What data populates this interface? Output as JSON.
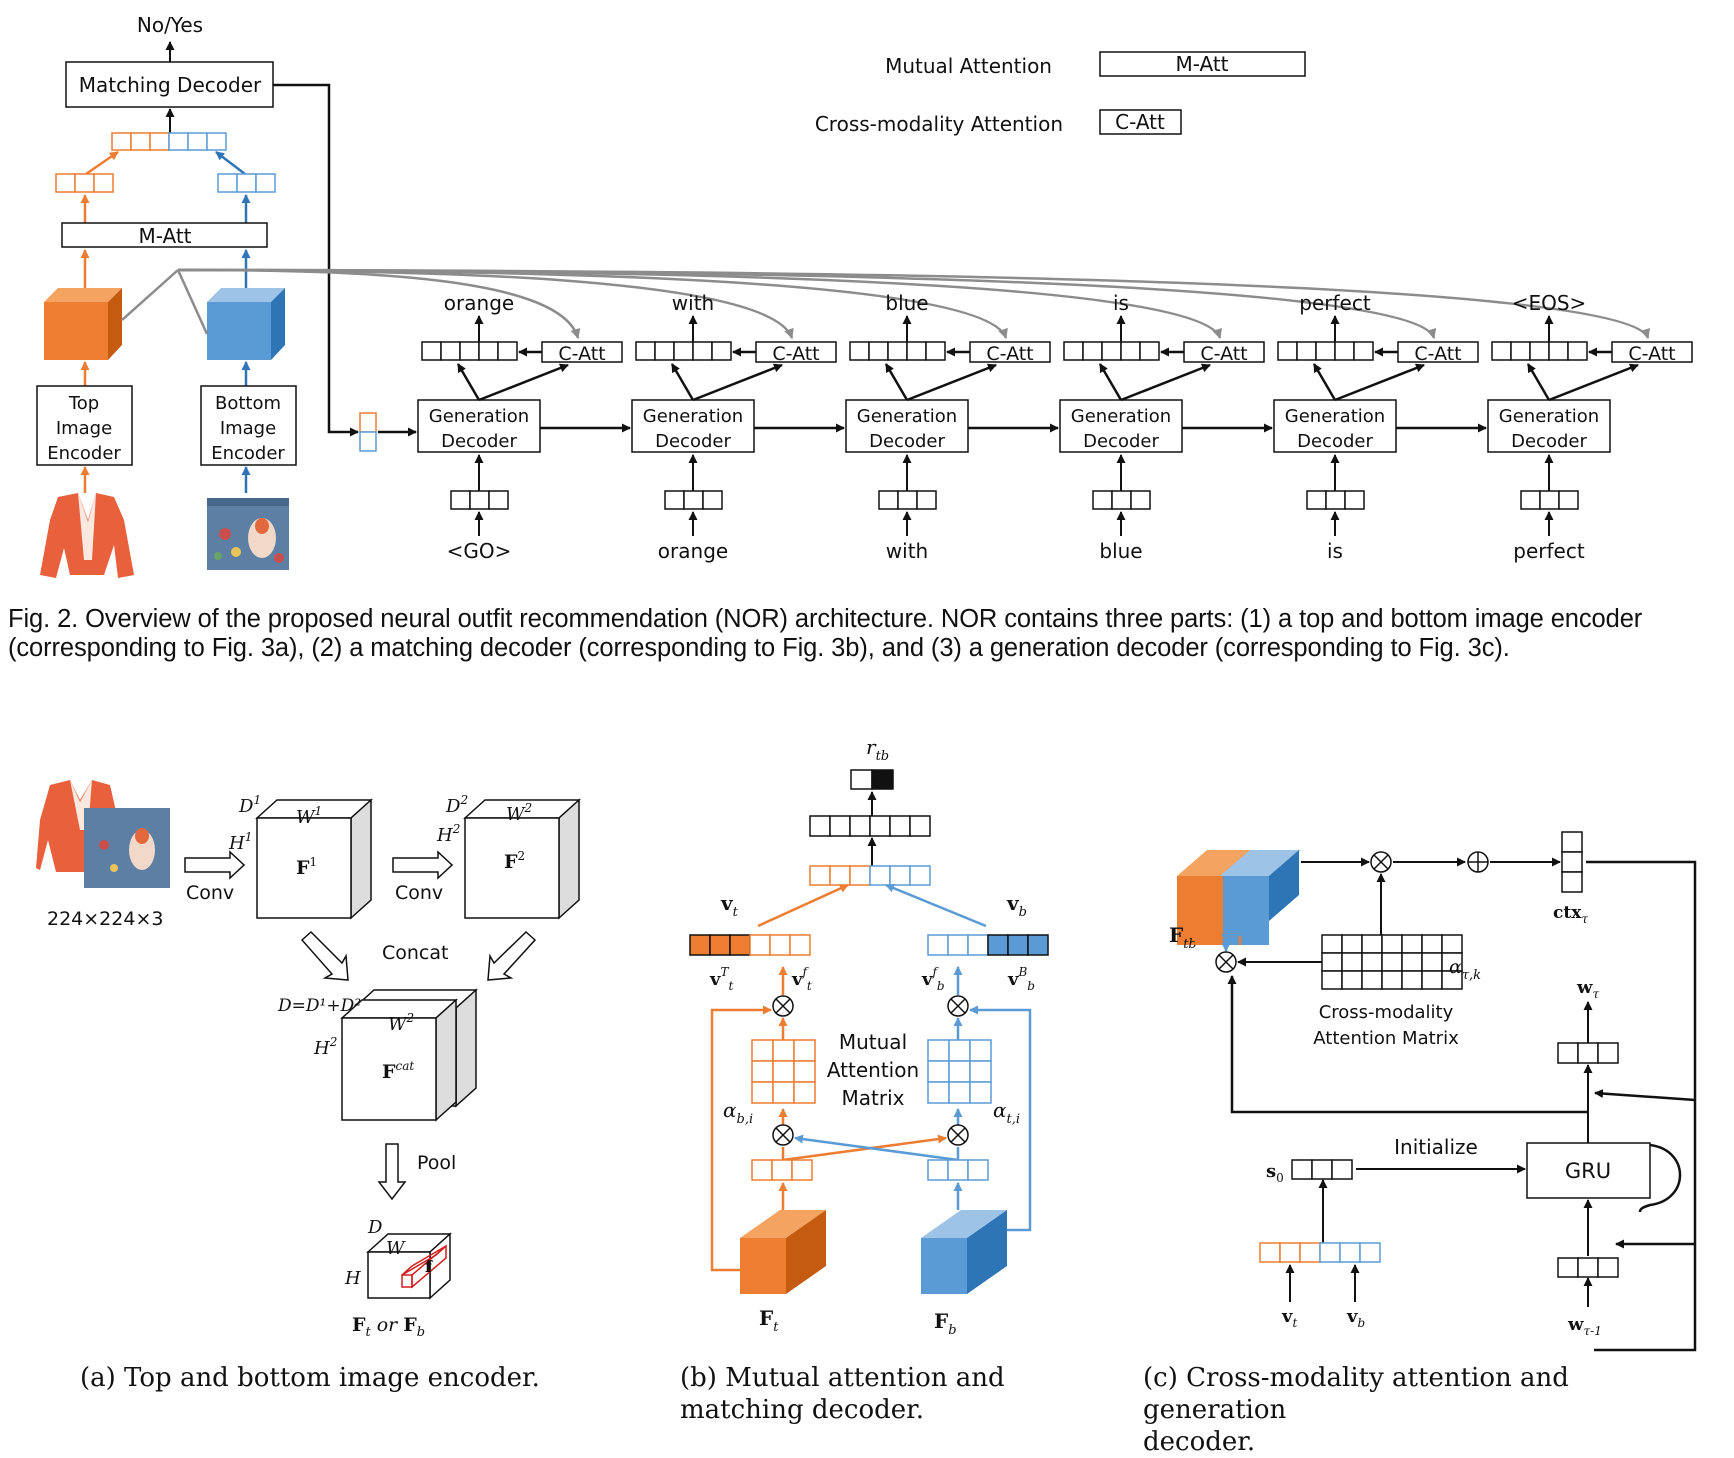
{
  "fig2": {
    "output_label": "No/Yes",
    "matching_decoder": "Matching Decoder",
    "m_att": "M-Att",
    "top_encoder": [
      "Top",
      "Image",
      "Encoder"
    ],
    "bottom_encoder": [
      "Bottom",
      "Image",
      "Encoder"
    ],
    "generation_decoder": [
      "Generation",
      "Decoder"
    ],
    "c_att": "C-Att",
    "outputs": [
      "orange",
      "with",
      "blue",
      "is",
      "perfect",
      "<EOS>"
    ],
    "inputs": [
      "<GO>",
      "orange",
      "with",
      "blue",
      "is",
      "perfect"
    ],
    "legend": [
      {
        "label": "Mutual Attention",
        "box": "M-Att"
      },
      {
        "label": "Cross-modality Attention",
        "box": "C-Att"
      }
    ],
    "caption_lines": [
      "Fig. 2. Overview of the proposed neural outfit recommendation (NOR) architecture. NOR contains three parts: (1) a top and bottom image encoder",
      "(corresponding to Fig. 3a), (2) a matching decoder (corresponding to Fig. 3b), and (3) a generation decoder (corresponding to Fig. 3c)."
    ]
  },
  "fig3a": {
    "input_size": "224×224×3",
    "conv": "Conv",
    "concat": "Concat",
    "pool": "Pool",
    "f1": {
      "name": "F",
      "sup": "1"
    },
    "f2": {
      "name": "F",
      "sup": "2"
    },
    "fcat": {
      "name": "F",
      "sup": "cat"
    },
    "d1": {
      "name": "D",
      "sup": "1"
    },
    "w1": {
      "name": "W",
      "sup": "1"
    },
    "h1": {
      "name": "H",
      "sup": "1"
    },
    "d2": {
      "name": "D",
      "sup": "2"
    },
    "w2": {
      "name": "W",
      "sup": "2"
    },
    "h2": {
      "name": "H",
      "sup": "2"
    },
    "dcat": "D=D¹+D²",
    "wcat": {
      "name": "W",
      "sup": "2"
    },
    "hcat": {
      "name": "H",
      "sup": "2"
    },
    "small_d": "D",
    "small_w": "W",
    "small_h": "H",
    "small_f": "f",
    "bottom_label": {
      "a": "F",
      "a_sub": "t",
      "or": "or",
      "b": "F",
      "b_sub": "b"
    },
    "subcaption": "(a) Top and bottom image encoder."
  },
  "fig3b": {
    "r_tb": {
      "name": "r",
      "sub": "tb"
    },
    "v_t": {
      "name": "v",
      "sub": "t"
    },
    "v_b": {
      "name": "v",
      "sub": "b"
    },
    "vTt": {
      "name": "v",
      "sup": "T",
      "sub": "t"
    },
    "vft": {
      "name": "v",
      "sup": "f",
      "sub": "t"
    },
    "vfb": {
      "name": "v",
      "sup": "f",
      "sub": "b"
    },
    "vBb": {
      "name": "v",
      "sup": "B",
      "sub": "b"
    },
    "mutual_matrix": [
      "Mutual",
      "Attention",
      "Matrix"
    ],
    "alpha_bi": {
      "name": "α",
      "sub": "b,i"
    },
    "alpha_ti": {
      "name": "α",
      "sub": "t,i"
    },
    "F_t": {
      "name": "F",
      "sub": "t"
    },
    "F_b": {
      "name": "F",
      "sub": "b"
    },
    "subcaption_lines": [
      "(b) Mutual attention and",
      "matching decoder."
    ]
  },
  "fig3c": {
    "F_tb": {
      "name": "F",
      "sub": "tb"
    },
    "alpha": {
      "name": "α",
      "sub": "τ,k"
    },
    "ctx": {
      "name": "ctx",
      "sub": "τ"
    },
    "matrix_label": [
      "Cross-modality",
      "Attention Matrix"
    ],
    "w_tau": {
      "name": "w",
      "sub": "τ"
    },
    "initialize": "Initialize",
    "gru": "GRU",
    "s0": {
      "name": "s",
      "sub": "0"
    },
    "v_t": {
      "name": "v",
      "sub": "t"
    },
    "v_b": {
      "name": "v",
      "sub": "b"
    },
    "w_prev": {
      "name": "w",
      "sub": "τ-1"
    },
    "subcaption_lines": [
      "(c) Cross-modality attention and generation",
      "decoder."
    ]
  },
  "colors": {
    "orange": "#ed7d31",
    "orange_dark": "#c55a11",
    "orange_light": "#f4a460",
    "blue": "#5b9bd5",
    "blue_dark": "#2e75b6",
    "blue_light": "#9dc3e6",
    "gray_arrow": "#8c8c8c",
    "red_box": "#d02020",
    "jacket": "#e8603c",
    "skirt": "#5d7fa3"
  }
}
